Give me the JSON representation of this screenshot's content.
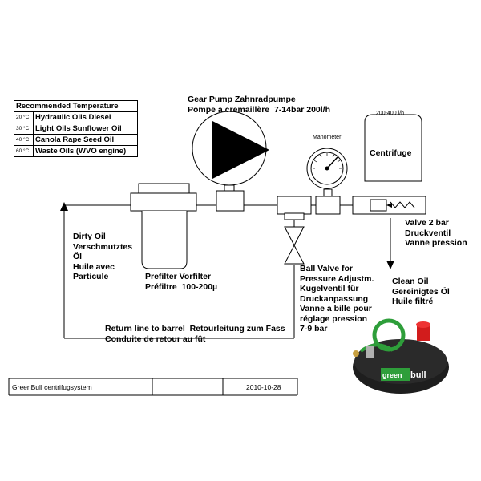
{
  "colors": {
    "line": "#000000",
    "pipe_fill": "#ffffff",
    "pump_arrow": "#000000",
    "photo_green": "#2e9e3a",
    "photo_red": "#d21c1c",
    "photo_dark": "#1e1e1e"
  },
  "recommended_temperature": {
    "title": "Recommended Temperature",
    "rows": [
      {
        "temp": "20 °C",
        "oil": "Hydraulic Oils Diesel"
      },
      {
        "temp": "30 °C",
        "oil": "Light Oils Sunflower Oil"
      },
      {
        "temp": "40 °C",
        "oil": "Canola Rape Seed Oil"
      },
      {
        "temp": "60 °C",
        "oil": "Waste Oils (WVO engine)"
      }
    ]
  },
  "labels": {
    "gear_pump": "Gear Pump Zahnradpumpe\nPompe a cremaillère  7-14bar 200l/h",
    "manometer": "Manometer",
    "flow": "200-400 l/h",
    "centrifuge": "Centrifuge",
    "dirty_oil": "Dirty Oil\nVerschmutztes\nÖl\nHuile avec\nParticule",
    "prefilter": "Prefilter Vorfilter\nPréfiltre  100-200µ",
    "ball_valve": "Ball Valve for\nPressure Adjustm.\nKugelventil für\nDruckanpassung\nVanne a bille pour\nréglage pression\n7-9 bar",
    "valve": "Valve 2 bar\nDruckventil\nVanne pression",
    "clean_oil": "Clean Oil\nGereinigtes Öl\nHuile filtré",
    "return_line": "Return line to barrel  Retourleitung zum Fass\nConduite de retour au fût"
  },
  "footer": {
    "title": "GreenBull centrifugsystem",
    "date": "2010-10-28"
  },
  "photo": {
    "logo_text_1": "green",
    "logo_text_2": "bull"
  }
}
